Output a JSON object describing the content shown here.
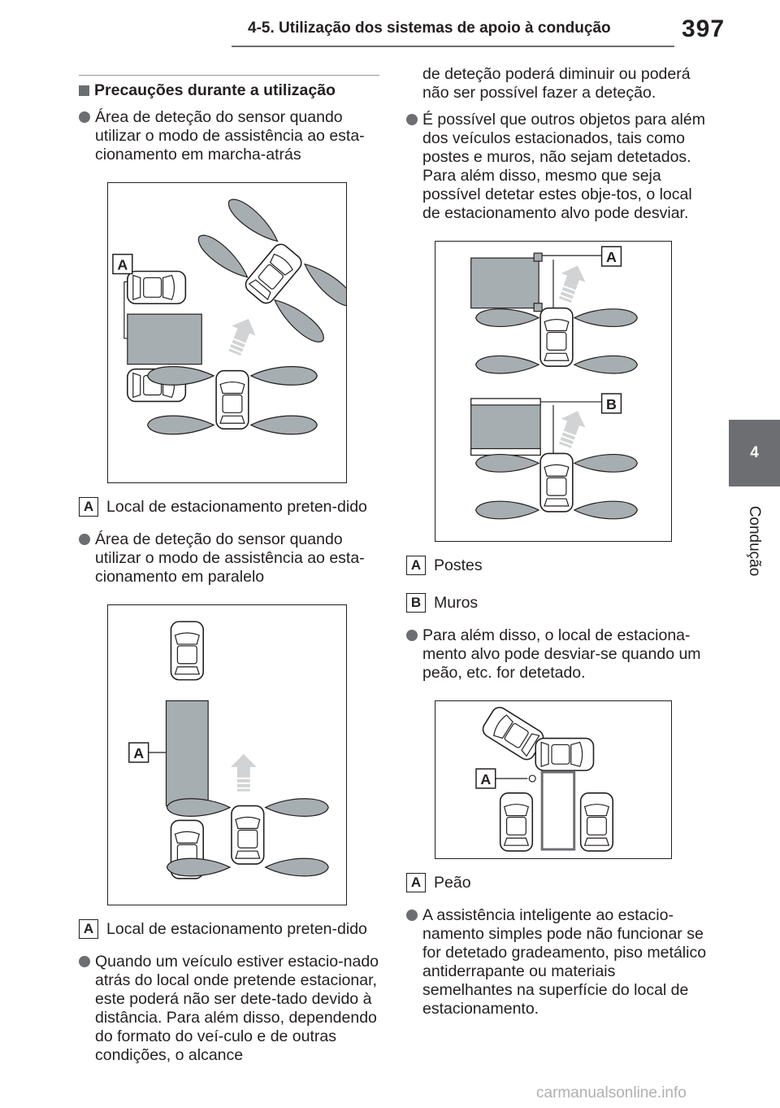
{
  "header": {
    "section_title": "4-5. Utilização dos sistemas de apoio à condução",
    "page_number": "397"
  },
  "side_tab": {
    "chapter_number": "4",
    "chapter_name": "Condução"
  },
  "left": {
    "section_heading": "Precauções durante a utilização",
    "bullet1": "Área de deteção do sensor quando utilizar o modo de assistência ao esta-cionamento em marcha-atrás",
    "fig1_label_a": "A",
    "legend1": {
      "key": "A",
      "text": "Local de estacionamento preten-dido"
    },
    "bullet2": "Área de deteção do sensor quando utilizar o modo de assistência ao esta-cionamento em paralelo",
    "fig2_label_a": "A",
    "legend2": {
      "key": "A",
      "text": "Local de estacionamento preten-dido"
    },
    "bullet3": "Quando um veículo estiver estacio-nado atrás do local onde pretende estacionar, este poderá não ser dete-tado devido à distância. Para além disso, dependendo do formato do veí-culo e de outras condições, o alcance"
  },
  "right": {
    "continuation": "de deteção poderá diminuir ou poderá não ser possível fazer a deteção.",
    "bullet4": "É possível que outros objetos para além dos veículos estacionados, tais como postes e muros, não sejam detetados. Para além disso, mesmo que seja possível detetar estes obje-tos, o local de estacionamento alvo pode desviar.",
    "fig3_label_a": "A",
    "fig3_label_b": "B",
    "legend3a": {
      "key": "A",
      "text": "Postes"
    },
    "legend3b": {
      "key": "B",
      "text": "Muros"
    },
    "bullet5": "Para além disso, o local de estaciona-mento alvo pode desviar-se quando um peão, etc. for detetado.",
    "fig4_label_a": "A",
    "legend4": {
      "key": "A",
      "text": "Peão"
    },
    "bullet6": "A assistência inteligente ao estacio-namento simples pode não funcionar se for detetado gradeamento, piso metálico antiderrapante ou materiais semelhantes na superfície do local de estacionamento."
  },
  "watermark": "carmanualsonline.info",
  "colors": {
    "accent_gray": "#6d6e71",
    "zone_gray": "#a7aeb1",
    "text": "#231f20"
  }
}
